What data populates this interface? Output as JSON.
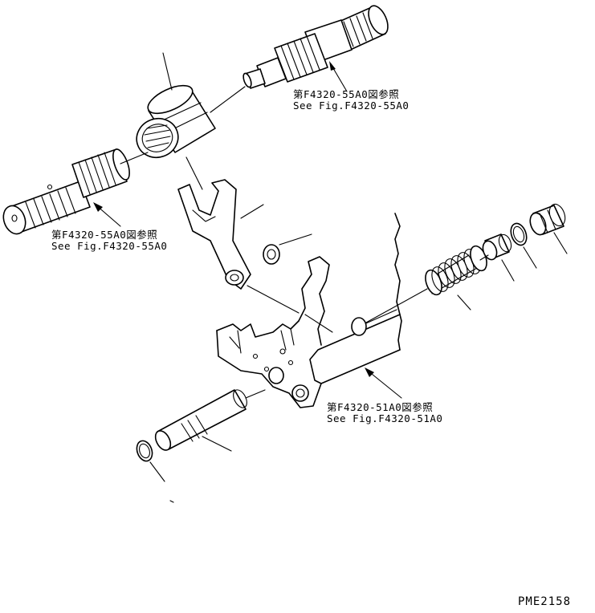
{
  "references": [
    {
      "jp": "第F4320-55A0図参照",
      "en": "See Fig.F4320-55A0"
    },
    {
      "jp": "第F4320-55A0図参照",
      "en": "See Fig.F4320-55A0"
    },
    {
      "jp": "第F4320-51A0図参照",
      "en": "See Fig.F4320-51A0"
    }
  ],
  "drawing_code": "PME2158"
}
